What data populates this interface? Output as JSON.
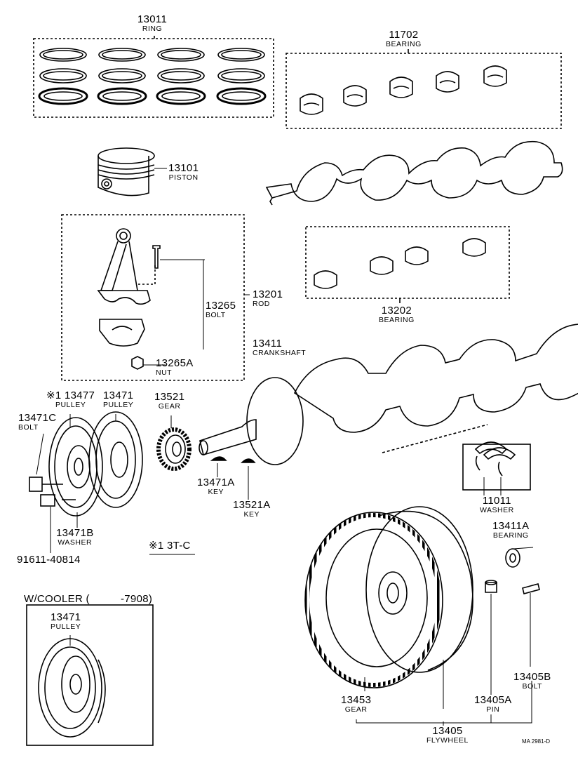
{
  "parts": [
    {
      "number": "13011",
      "name": "RING"
    },
    {
      "number": "11702",
      "name": "BEARING"
    },
    {
      "number": "13101",
      "name": "PISTON"
    },
    {
      "number": "13201",
      "name": "ROD"
    },
    {
      "number": "13265",
      "name": "BOLT"
    },
    {
      "number": "13265A",
      "name": "NUT"
    },
    {
      "number": "13202",
      "name": "BEARING"
    },
    {
      "number": "13411",
      "name": "CRANKSHAFT"
    },
    {
      "number": "13477",
      "name": "PULLEY",
      "prefix": "※1"
    },
    {
      "number": "13471",
      "name": "PULLEY"
    },
    {
      "number": "13521",
      "name": "GEAR"
    },
    {
      "number": "13471C",
      "name": "BOLT"
    },
    {
      "number": "13471A",
      "name": "KEY"
    },
    {
      "number": "13521A",
      "name": "KEY"
    },
    {
      "number": "13471B",
      "name": "WASHER"
    },
    {
      "number": "91611-40814",
      "name": ""
    },
    {
      "number": "11011",
      "name": "WASHER"
    },
    {
      "number": "13411A",
      "name": "BEARING"
    },
    {
      "number": "13405B",
      "name": "BOLT"
    },
    {
      "number": "13453",
      "name": "GEAR"
    },
    {
      "number": "13405A",
      "name": "PIN"
    },
    {
      "number": "13405",
      "name": "FLYWHEEL"
    },
    {
      "number": "13471",
      "name": "PULLEY"
    }
  ],
  "notes": {
    "footnote": "※1 3T-C",
    "cooler_title": "W/COOLER (",
    "cooler_range": "-7908)",
    "drawing_code": "MA 2981-D"
  }
}
